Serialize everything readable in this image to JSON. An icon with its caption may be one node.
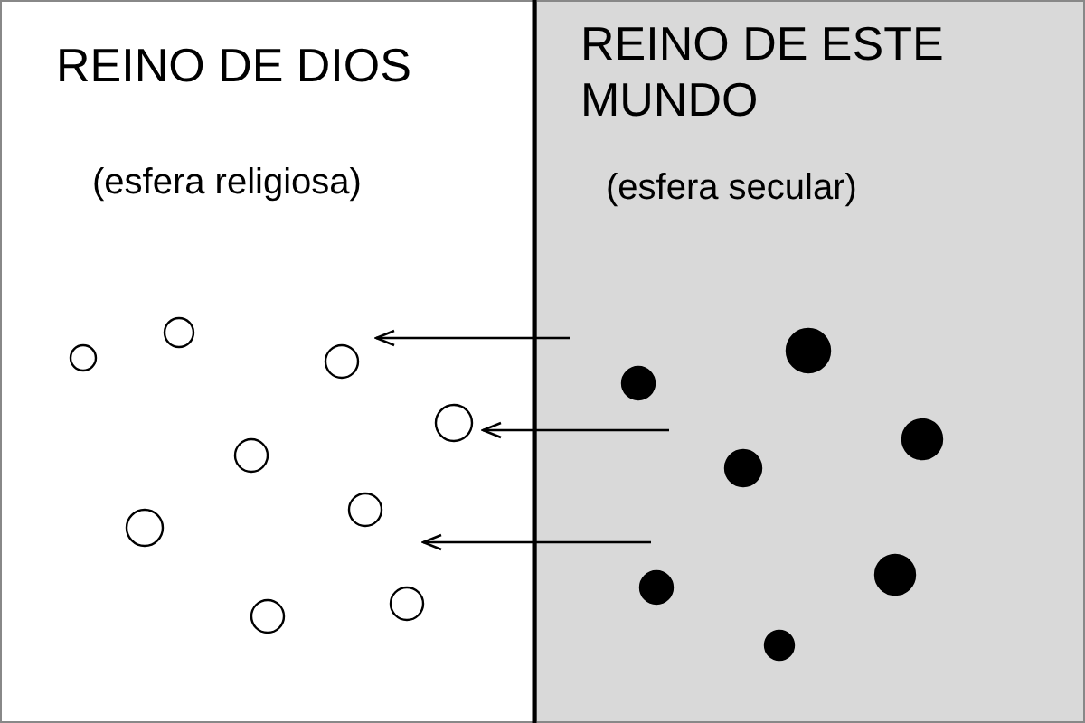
{
  "diagram": {
    "nodes": [
      {
        "text": [
          "REINO DE DIOS",
          "(esfera religiosa)"
        ]
      },
      {
        "text": [
          "REINO DE ESTE MUNDO",
          "(esfera secular)"
        ]
      },
      {
        "text": [],
        "shape": "circle",
        "in": 0
      },
      {
        "text": [],
        "shape": "circle",
        "in": 0
      },
      {
        "text": [],
        "shape": "circle",
        "in": 0
      },
      {
        "text": [],
        "shape": "circle",
        "in": 0
      },
      {
        "text": [],
        "shape": "circle",
        "in": 0
      },
      {
        "text": [],
        "shape": "circle",
        "in": 0
      },
      {
        "text": [],
        "shape": "circle",
        "in": 0
      },
      {
        "text": [],
        "shape": "circle",
        "in": 0
      },
      {
        "text": [],
        "shape": "circle",
        "in": 0
      },
      {
        "text": [],
        "shape": "circle",
        "in": 1
      },
      {
        "text": [],
        "shape": "circle",
        "in": 1
      },
      {
        "text": [],
        "shape": "circle",
        "in": 1
      },
      {
        "text": [],
        "shape": "circle",
        "in": 1
      },
      {
        "text": [],
        "shape": "circle",
        "in": 1
      },
      {
        "text": [],
        "shape": "circle",
        "in": 1
      },
      {
        "text": [],
        "shape": "circle",
        "in": 1
      }
    ]
  }
}
